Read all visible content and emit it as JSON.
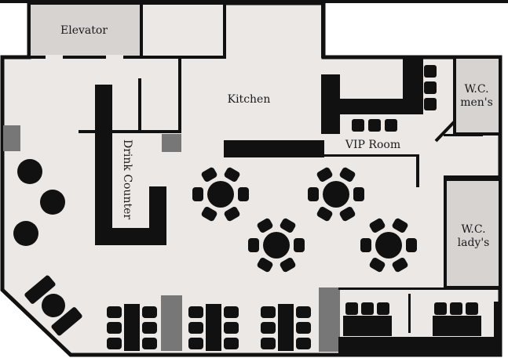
{
  "labels": {
    "elevator": "Elevator",
    "kitchen": "Kitchen",
    "drink_counter": "Drink Counter",
    "vip_room": "VIP Room",
    "wc_men_line1": "W.C.",
    "wc_men_line2": "men's",
    "wc_lady_line1": "W.C.",
    "wc_lady_line2": "lady's"
  },
  "colors": {
    "floor": "#ece8e6",
    "wall": "#111111",
    "furniture": "#111111",
    "restroom_fill": "#d7d3d1",
    "pillar": "#777777"
  }
}
